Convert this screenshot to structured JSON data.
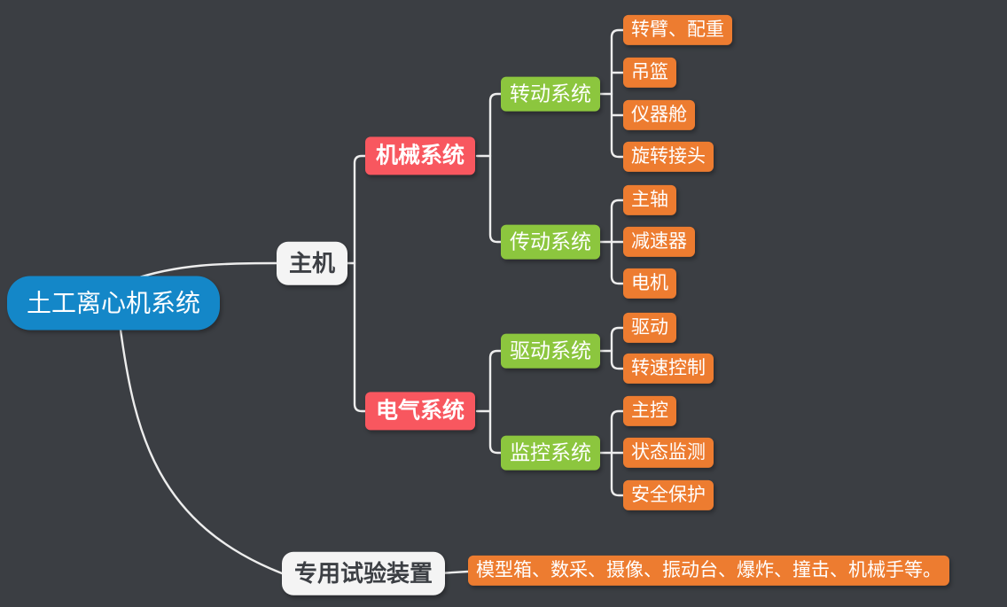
{
  "colors": {
    "background": "#3b3e43",
    "root_node": "#1487c8",
    "level1_node": "#f4f4f4",
    "level1_text": "#3c3f44",
    "level2_node": "#f8575f",
    "level3_node": "#8cc63e",
    "level4_node": "#ed7c30",
    "connector_line": "#ededed"
  },
  "mindmap": {
    "root": "土工离心机系统",
    "children": [
      {
        "label": "主机",
        "children": [
          {
            "label": "机械系统",
            "children": [
              {
                "label": "转动系统",
                "children": [
                  {
                    "label": "转臂、配重"
                  },
                  {
                    "label": "吊篮"
                  },
                  {
                    "label": "仪器舱"
                  },
                  {
                    "label": "旋转接头"
                  }
                ]
              },
              {
                "label": "传动系统",
                "children": [
                  {
                    "label": "主轴"
                  },
                  {
                    "label": "减速器"
                  },
                  {
                    "label": "电机"
                  }
                ]
              }
            ]
          },
          {
            "label": "电气系统",
            "children": [
              {
                "label": "驱动系统",
                "children": [
                  {
                    "label": "驱动"
                  },
                  {
                    "label": "转速控制"
                  }
                ]
              },
              {
                "label": "监控系统",
                "children": [
                  {
                    "label": "主控"
                  },
                  {
                    "label": "状态监测"
                  },
                  {
                    "label": "安全保护"
                  }
                ]
              }
            ]
          }
        ]
      },
      {
        "label": "专用试验装置",
        "children": [
          {
            "label": "模型箱、数采、摄像、振动台、爆炸、撞击、机械手等。"
          }
        ]
      }
    ]
  }
}
